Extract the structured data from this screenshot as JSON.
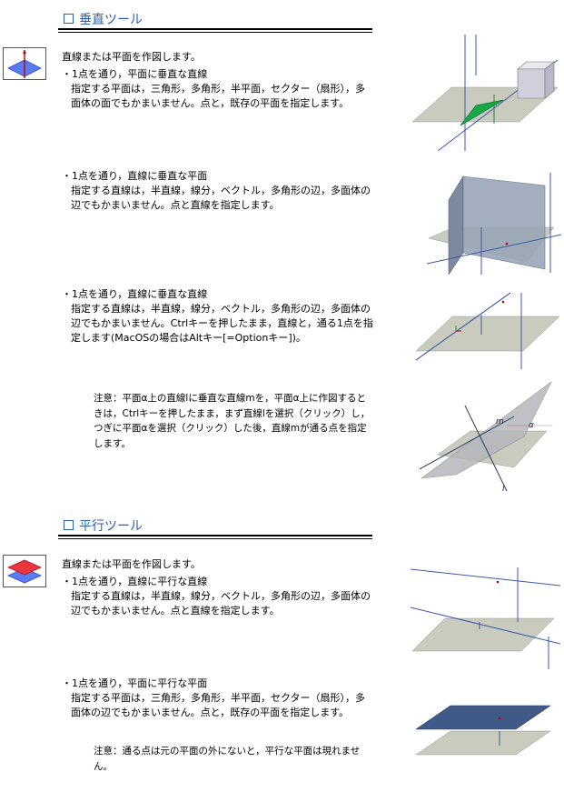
{
  "perp": {
    "title": "垂直ツール",
    "intro": "直線または平面を作図します。",
    "items": [
      {
        "head": "・1点を通り，平面に垂直な直線",
        "body": "指定する平面は，三角形，多角形，半平面，セクター（扇形），多面体の面でもかまいません。点と，既存の平面を指定します。"
      },
      {
        "head": "・1点を通り，直線に垂直な平面",
        "body": "指定する直線は，半直線，線分，ベクトル，多角形の辺，多面体の辺でもかまいません。点と直線を指定します。"
      },
      {
        "head": "・1点を通り，直線に垂直な直線",
        "body": "指定する直線は，半直線，線分，ベクトル，多角形の辺，多面体の辺でもかまいません。Ctrlキーを押したまま，直線と，通る1点を指定します(MacOSの場合はAltキー[=Optionキー])。"
      }
    ],
    "note": "注意：平面α上の直線lに垂直な直線mを，平面α上に作図するときは，Ctrlキーを押したまま，まず直線lを選択（クリック）し，つぎに平面αを選択（クリック）した後，直線mが通る点を指定します。",
    "fig_labels": {
      "m": "m",
      "alpha": "α",
      "l": "l"
    }
  },
  "parallel": {
    "title": "平行ツール",
    "intro": "直線または平面を作図します。",
    "items": [
      {
        "head": "・1点を通り，直線に平行な直線",
        "body": "指定する直線は，半直線，線分，ベクトル，多角形の辺，多面体の辺でもかまいません。点と直線を指定します。"
      },
      {
        "head": "・1点を通り，平面に平行な平面",
        "body": "指定する平面は，三角形，多角形，半平面，セクター（扇形），多面体の辺でもかまいません。点と，既存の平面を指定します。"
      }
    ],
    "note": "注意：通る点は元の平面の外にないと，平行な平面は現れません。"
  },
  "icons": {
    "perp": "perpendicular-tool-icon",
    "parallel": "parallel-tool-icon"
  },
  "colors": {
    "heading": "#2b5fb3",
    "plane": "#c9cbbb",
    "blue_plane": "#4a6fe0",
    "red_plane": "#e0303a",
    "green": "#1fa84a"
  }
}
